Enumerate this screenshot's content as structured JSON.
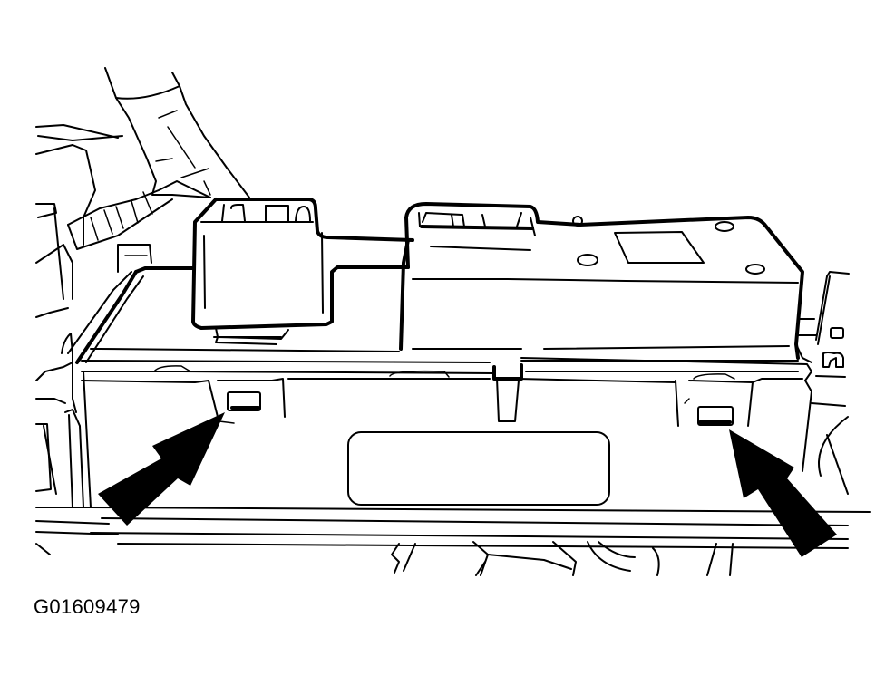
{
  "figure": {
    "id_label": "G01609479",
    "subject": "module housing with two connectors and retaining tabs",
    "callouts": [
      {
        "name": "left-retaining-tab-arrow",
        "points_to": "left release tab"
      },
      {
        "name": "right-retaining-tab-arrow",
        "points_to": "right release tab"
      }
    ],
    "colors": {
      "line": "#000000",
      "background": "#ffffff"
    }
  }
}
